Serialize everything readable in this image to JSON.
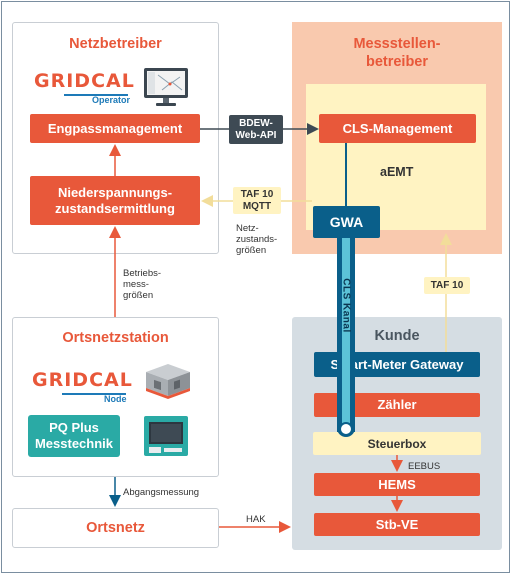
{
  "netzbetreiber": {
    "title": "Netzbetreiber",
    "logo_text": "GRIDCAL",
    "logo_sub": "Operator",
    "engpass": "Engpassmanagement",
    "nieder_line1": "Niederspannungs-",
    "nieder_line2": "zustandsermittlung"
  },
  "messstellenbetreiber": {
    "title_line1": "Messstellen-",
    "title_line2": "betreiber",
    "cls_management": "CLS-Management",
    "aemt": "aEMT"
  },
  "gwa": "GWA",
  "connectors": {
    "bdew_line1": "BDEW-",
    "bdew_line2": "Web-API",
    "taf10_mqtt_line1": "TAF 10",
    "taf10_mqtt_line2": "MQTT",
    "netz_line1": "Netz-",
    "netz_line2": "zustands-",
    "netz_line3": "größen",
    "taf10": "TAF 10",
    "betriebs_line1": "Betriebs-",
    "betriebs_line2": "mess-",
    "betriebs_line3": "größen",
    "abgang": "Abgangsmessung",
    "hak": "HAK",
    "eebus": "EEBUS",
    "cls_kanal": "CLS Kanal"
  },
  "ortsnetzstation": {
    "title": "Ortsnetzstation",
    "logo_text": "GRIDCAL",
    "logo_sub": "Node",
    "pq_line1": "PQ Plus",
    "pq_line2": "Messtechnik"
  },
  "ortsnetz": {
    "title": "Ortsnetz"
  },
  "kunde": {
    "title": "Kunde",
    "smgw": "Smart-Meter Gateway",
    "zaehler": "Zähler",
    "steuerbox": "Steuerbox",
    "hems": "HEMS",
    "stbve": "Stb-VE"
  },
  "colors": {
    "orange": "#e8583a",
    "blue": "#0a5f8a",
    "teal": "#2aaaa5",
    "peach": "#f9c9ae",
    "cream": "#fff3c2",
    "grey": "#d5dde3"
  }
}
